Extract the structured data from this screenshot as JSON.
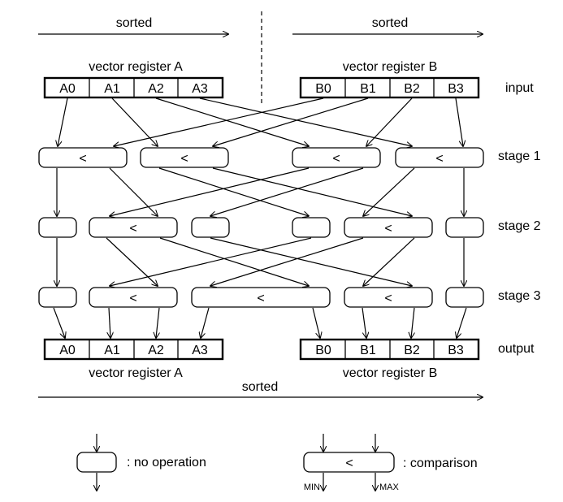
{
  "top": {
    "sorted_left": "sorted",
    "sorted_right": "sorted"
  },
  "register_a": {
    "title": "vector register A",
    "input_cells": [
      "A0",
      "A1",
      "A2",
      "A3"
    ],
    "output_cells": [
      "A0",
      "A1",
      "A2",
      "A3"
    ]
  },
  "register_b": {
    "title": "vector register B",
    "input_cells": [
      "B0",
      "B1",
      "B2",
      "B3"
    ],
    "output_cells": [
      "B0",
      "B1",
      "B2",
      "B3"
    ]
  },
  "row_labels": {
    "input": "input",
    "stage1": "stage 1",
    "stage2": "stage 2",
    "stage3": "stage 3",
    "output": "output"
  },
  "comparator_symbol": "<",
  "bottom": {
    "sorted": "sorted"
  },
  "legend": {
    "no_op_label": ": no operation",
    "comparison_label": ": comparison",
    "comparison_symbol": "<",
    "min_label": "MIN",
    "max_label": "MAX"
  }
}
